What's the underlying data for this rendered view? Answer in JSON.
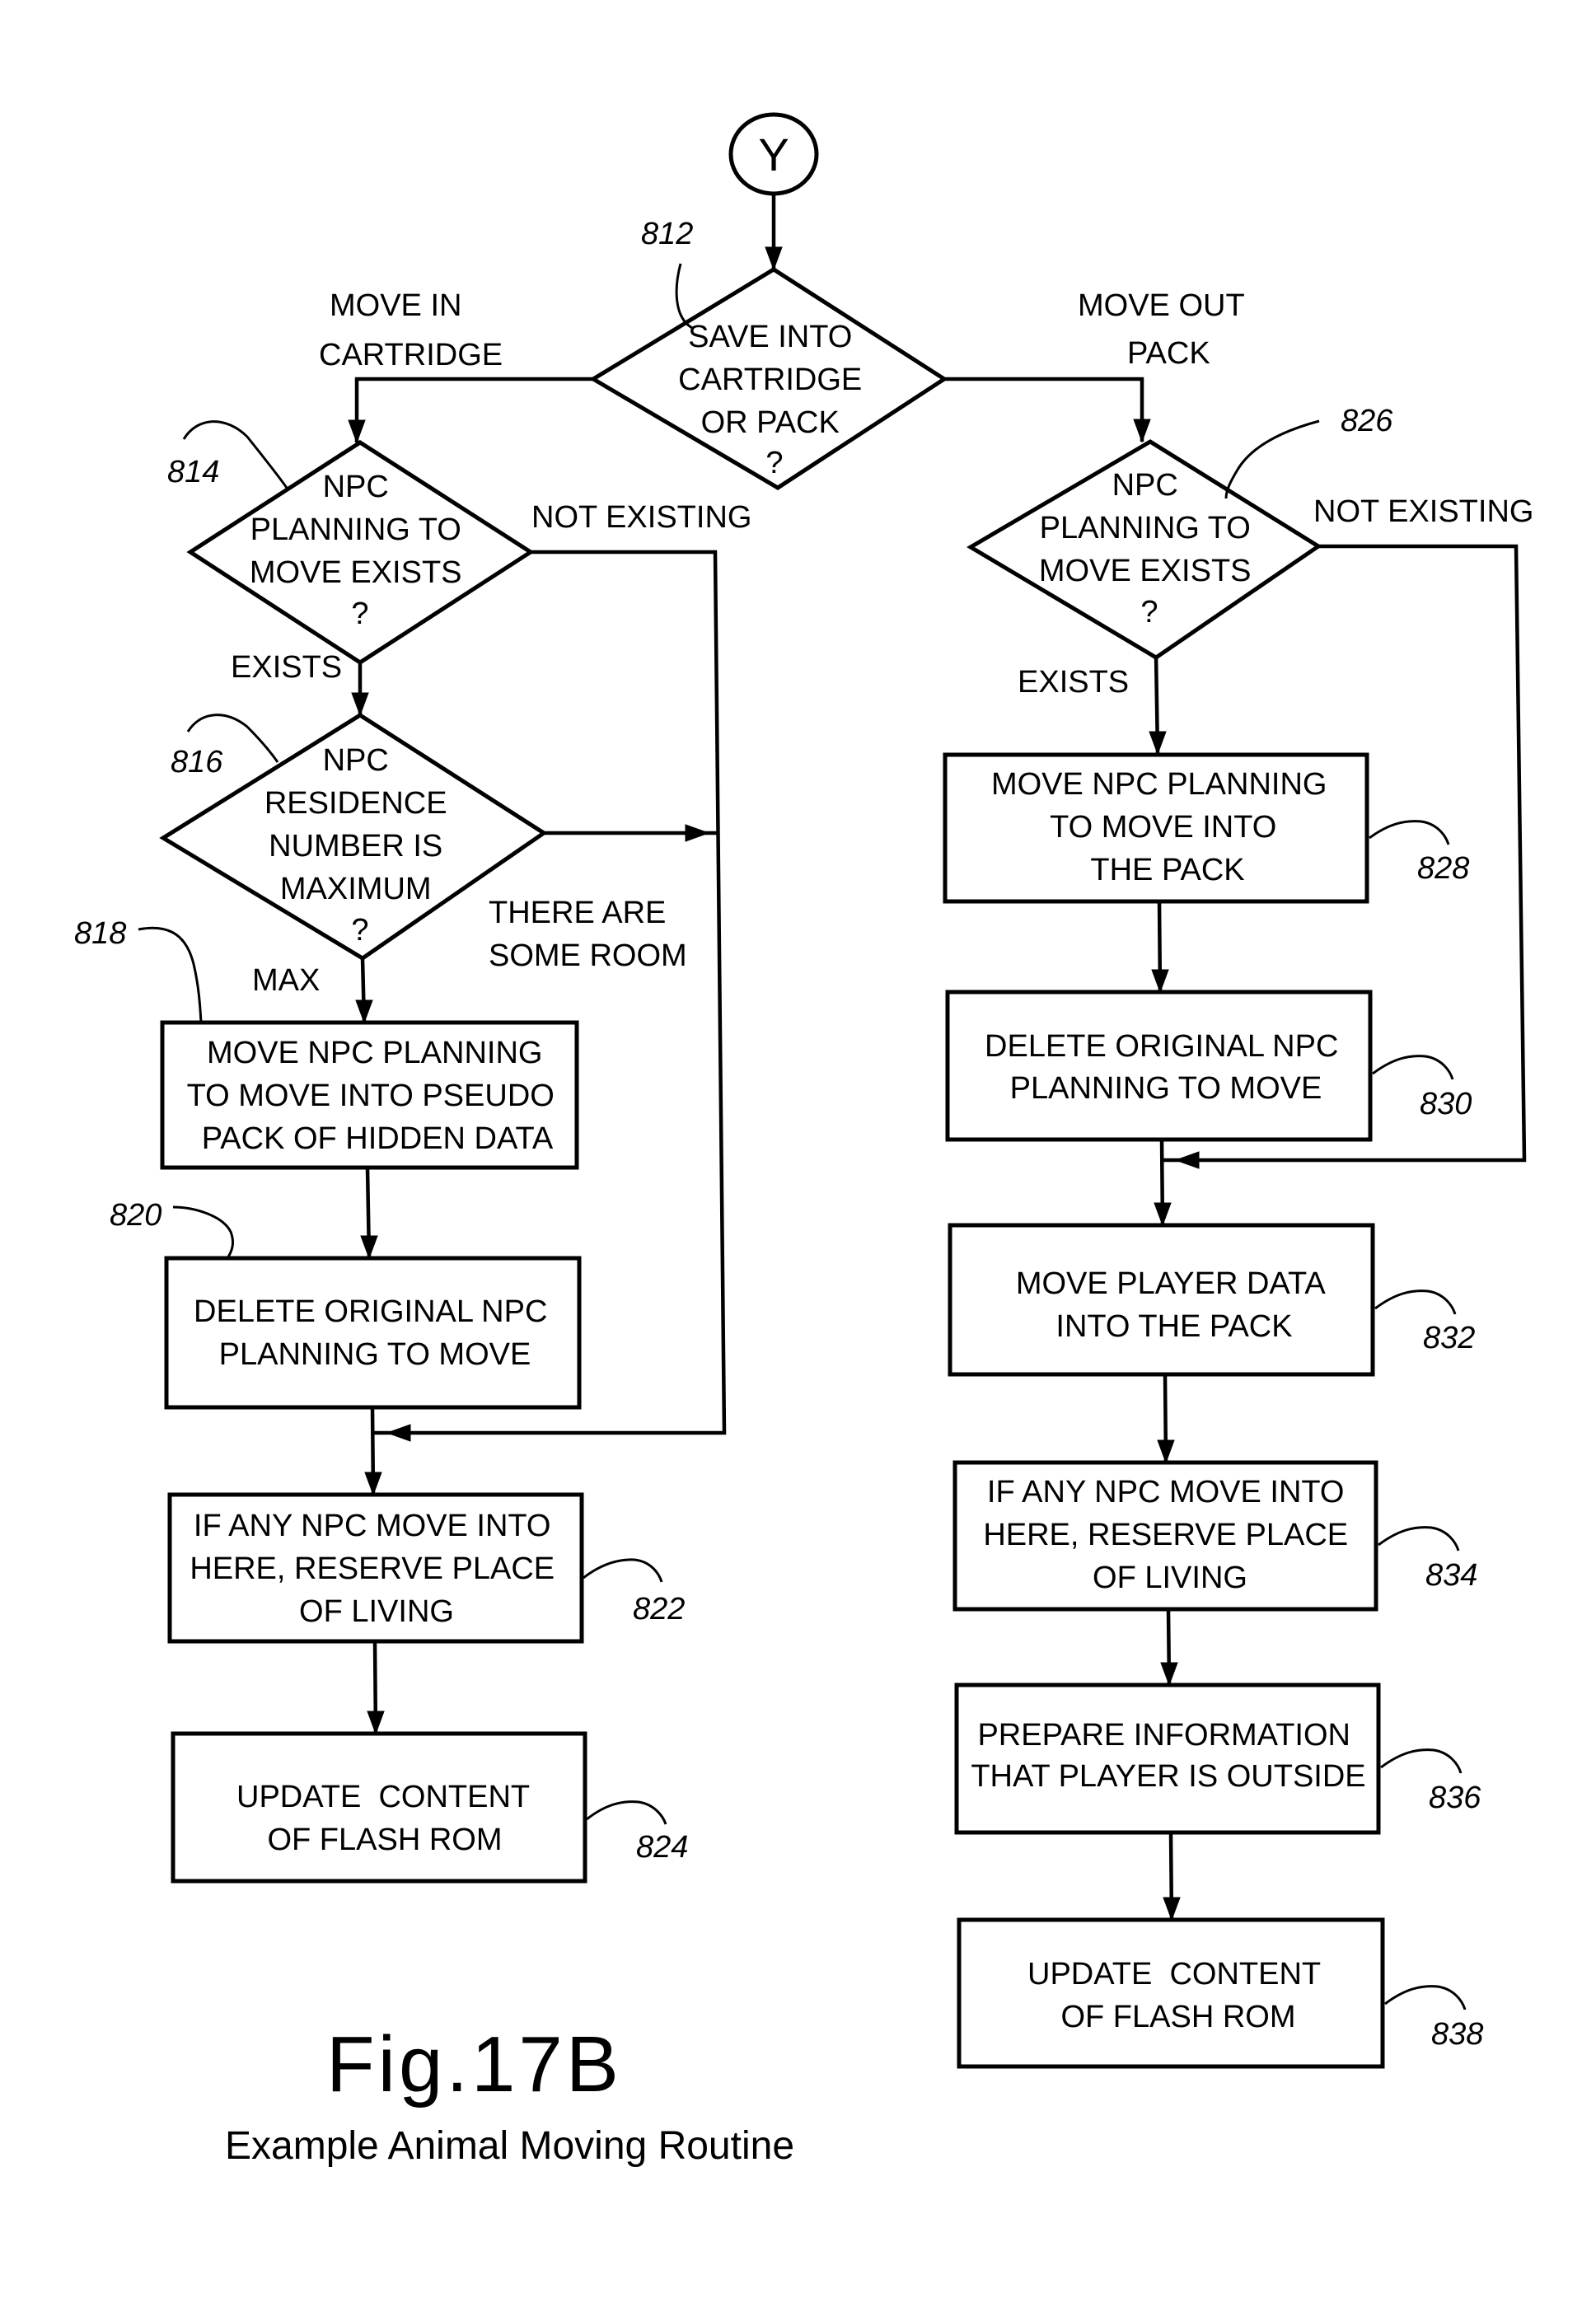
{
  "figure": {
    "title": "Fig.17B",
    "subtitle": "Example Animal Moving Routine"
  },
  "connector": {
    "label": "Y"
  },
  "nodes": {
    "n812": {
      "ref": "812",
      "type": "decision",
      "lines": [
        "SAVE INTO",
        "CARTRIDGE",
        "OR PACK",
        "?"
      ]
    },
    "n814": {
      "ref": "814",
      "type": "decision",
      "lines": [
        "NPC",
        "PLANNING TO",
        "MOVE EXISTS",
        "?"
      ]
    },
    "n816": {
      "ref": "816",
      "type": "decision",
      "lines": [
        "NPC",
        "RESIDENCE",
        "NUMBER IS",
        "MAXIMUM",
        "?"
      ]
    },
    "n818": {
      "ref": "818",
      "type": "process",
      "lines": [
        "MOVE NPC PLANNING",
        "TO MOVE INTO PSEUDO",
        "PACK OF HIDDEN DATA"
      ]
    },
    "n820": {
      "ref": "820",
      "type": "process",
      "lines": [
        "DELETE ORIGINAL NPC",
        "PLANNING TO MOVE"
      ]
    },
    "n822": {
      "ref": "822",
      "type": "process",
      "lines": [
        "IF ANY NPC MOVE INTO",
        "HERE, RESERVE PLACE",
        "OF LIVING"
      ]
    },
    "n824": {
      "ref": "824",
      "type": "process",
      "lines": [
        "UPDATE  CONTENT",
        "OF FLASH ROM"
      ]
    },
    "n826": {
      "ref": "826",
      "type": "decision",
      "lines": [
        "NPC",
        "PLANNING TO",
        "MOVE EXISTS",
        "?"
      ]
    },
    "n828": {
      "ref": "828",
      "type": "process",
      "lines": [
        "MOVE NPC PLANNING",
        "TO MOVE INTO",
        "THE PACK"
      ]
    },
    "n830": {
      "ref": "830",
      "type": "process",
      "lines": [
        "DELETE ORIGINAL NPC",
        "PLANNING TO MOVE"
      ]
    },
    "n832": {
      "ref": "832",
      "type": "process",
      "lines": [
        "MOVE PLAYER DATA",
        "INTO THE PACK"
      ]
    },
    "n834": {
      "ref": "834",
      "type": "process",
      "lines": [
        "IF ANY NPC MOVE INTO",
        "HERE, RESERVE PLACE",
        "OF LIVING"
      ]
    },
    "n836": {
      "ref": "836",
      "type": "process",
      "lines": [
        "PREPARE INFORMATION",
        "THAT PLAYER IS OUTSIDE"
      ]
    },
    "n838": {
      "ref": "838",
      "type": "process",
      "lines": [
        "UPDATE  CONTENT",
        "OF FLASH ROM"
      ]
    }
  },
  "branches": {
    "move_in": [
      "MOVE IN",
      "CARTRIDGE"
    ],
    "move_out": [
      "MOVE OUT",
      "PACK"
    ],
    "left_not_existing": "NOT EXISTING",
    "left_exists": "EXISTS",
    "room": [
      "THERE ARE",
      "SOME ROOM"
    ],
    "max": "MAX",
    "right_not_existing": "NOT EXISTING",
    "right_exists": "EXISTS"
  },
  "edges": [
    {
      "from": "Y",
      "to": "n812"
    },
    {
      "from": "n812",
      "to": "n814",
      "label": "MOVE IN CARTRIDGE"
    },
    {
      "from": "n812",
      "to": "n826",
      "label": "MOVE OUT PACK"
    },
    {
      "from": "n814",
      "to": "n816",
      "label": "EXISTS"
    },
    {
      "from": "n814",
      "to": "n822",
      "label": "NOT EXISTING"
    },
    {
      "from": "n816",
      "to": "n818",
      "label": "MAX"
    },
    {
      "from": "n816",
      "to": "n822",
      "label": "THERE ARE SOME ROOM"
    },
    {
      "from": "n818",
      "to": "n820"
    },
    {
      "from": "n820",
      "to": "n822"
    },
    {
      "from": "n822",
      "to": "n824"
    },
    {
      "from": "n826",
      "to": "n828",
      "label": "EXISTS"
    },
    {
      "from": "n826",
      "to": "n832",
      "label": "NOT EXISTING"
    },
    {
      "from": "n828",
      "to": "n830"
    },
    {
      "from": "n830",
      "to": "n832"
    },
    {
      "from": "n832",
      "to": "n834"
    },
    {
      "from": "n834",
      "to": "n836"
    },
    {
      "from": "n836",
      "to": "n838"
    }
  ]
}
